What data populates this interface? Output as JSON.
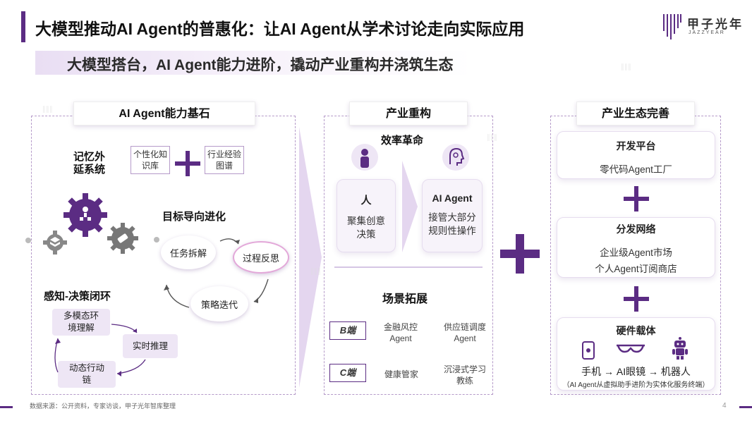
{
  "header": {
    "title": "大模型推动AI Agent的普惠化：让AI Agent从学术讨论走向实际应用",
    "subtitle": "大模型搭台，AI Agent能力进阶，撬动产业重构并浇筑生态"
  },
  "logo": {
    "cn": "甲子光年",
    "en": "JAZZYEAR"
  },
  "left_panel": {
    "heading": "AI Agent能力基石",
    "memory_label_1": "记忆外",
    "memory_label_2": "延系统",
    "memory_box_1": "个性化知识库",
    "memory_box_2": "行业经验图谱",
    "goal_label": "目标导向进化",
    "goal_steps": [
      "任务拆解",
      "过程反思",
      "策略迭代"
    ],
    "perception_label": "感知-决策闭环",
    "loop_steps": [
      "多模态环境理解",
      "实时推理",
      "动态行动链"
    ]
  },
  "middle_panel": {
    "heading": "产业重构",
    "efficiency_label": "效率革命",
    "human_title": "人",
    "human_text": "聚集创意决策",
    "agent_title": "AI Agent",
    "agent_text": "接管大部分规则性操作",
    "scenario_label": "场景拓展",
    "b_tag": "B端",
    "b_items": [
      "金融风控 Agent",
      "供应链调度 Agent"
    ],
    "c_tag": "C端",
    "c_items": [
      "健康管家",
      "沉浸式学习教练"
    ]
  },
  "right_panel": {
    "heading": "产业生态完善",
    "dev_title": "开发平台",
    "dev_text": "零代码Agent工厂",
    "dist_title": "分发网络",
    "dist_text_1": "企业级Agent市场",
    "dist_text_2": "个人Agent订阅商店",
    "hw_title": "硬件载体",
    "hw_chain": "手机 → AI眼镜 → 机器人",
    "hw_note": "（AI Agent从虚拟助手进阶为实体化服务终端）"
  },
  "footer": {
    "source": "数据来源：公开资料，专家访谈，甲子光年智库整理",
    "page": "4"
  },
  "colors": {
    "accent": "#5b2c83",
    "light": "#eee6f5",
    "dash": "#b59ac9"
  }
}
